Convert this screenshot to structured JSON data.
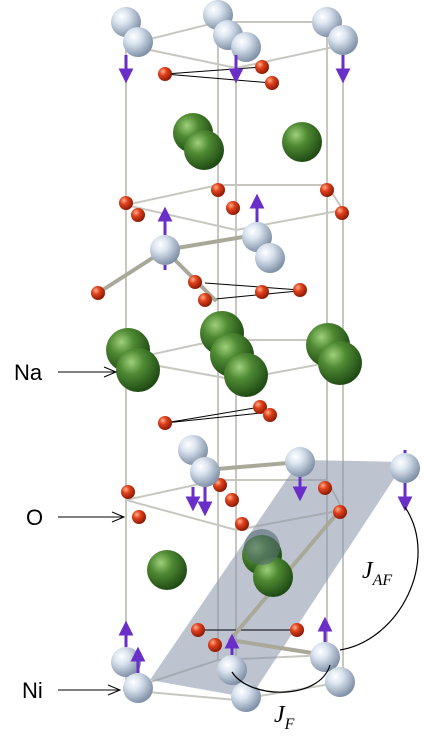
{
  "labels": {
    "na": "Na",
    "o": "O",
    "ni": "Ni",
    "j_af_main": "J",
    "j_af_sub": "AF",
    "j_f_main": "J",
    "j_f_sub": "F"
  },
  "colors": {
    "ni": "#c9d6e6",
    "na": "#4f8a33",
    "o": "#e0401c",
    "spin_arrow": "#6a2fc8",
    "bond": "#a9a99a",
    "cell_edge": "#c7c7c0",
    "plane": "#8894a8"
  },
  "icons": {
    "ni_atom": "light-blue-sphere",
    "na_atom": "green-sphere",
    "o_atom": "red-sphere",
    "spin": "purple-arrow"
  }
}
